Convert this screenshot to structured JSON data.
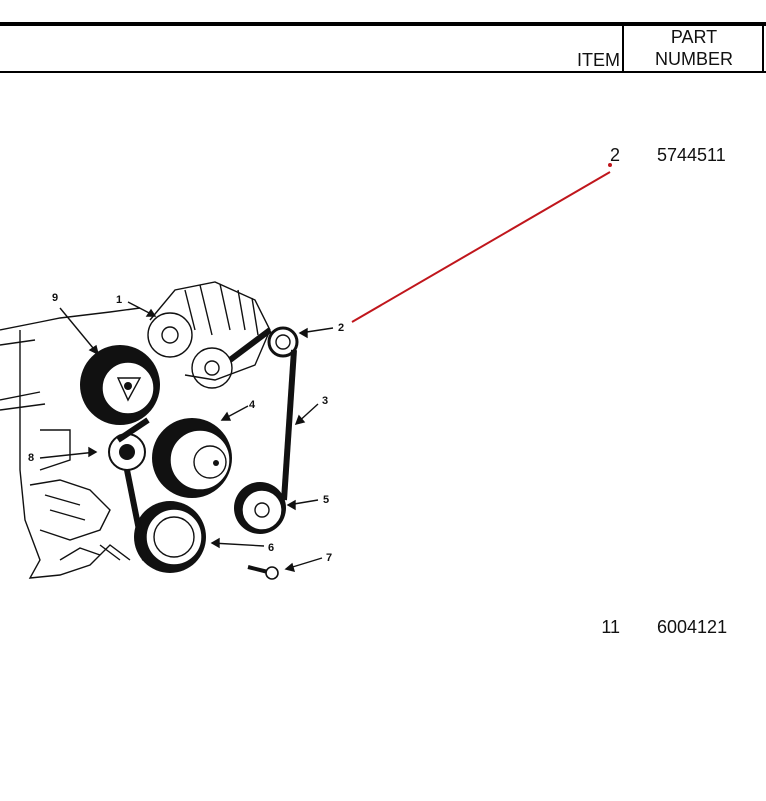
{
  "table": {
    "header": {
      "item_label": "ITEM",
      "part_label_line1": "PART",
      "part_label_line2": "NUMBER"
    },
    "rows": [
      {
        "item": "2",
        "part_number": "5744511"
      },
      {
        "item": "11",
        "part_number": "6004121"
      }
    ]
  },
  "diagram": {
    "callouts": [
      "1",
      "2",
      "3",
      "4",
      "5",
      "6",
      "7",
      "8",
      "9"
    ],
    "highlight_line_color": "#c0161c"
  }
}
